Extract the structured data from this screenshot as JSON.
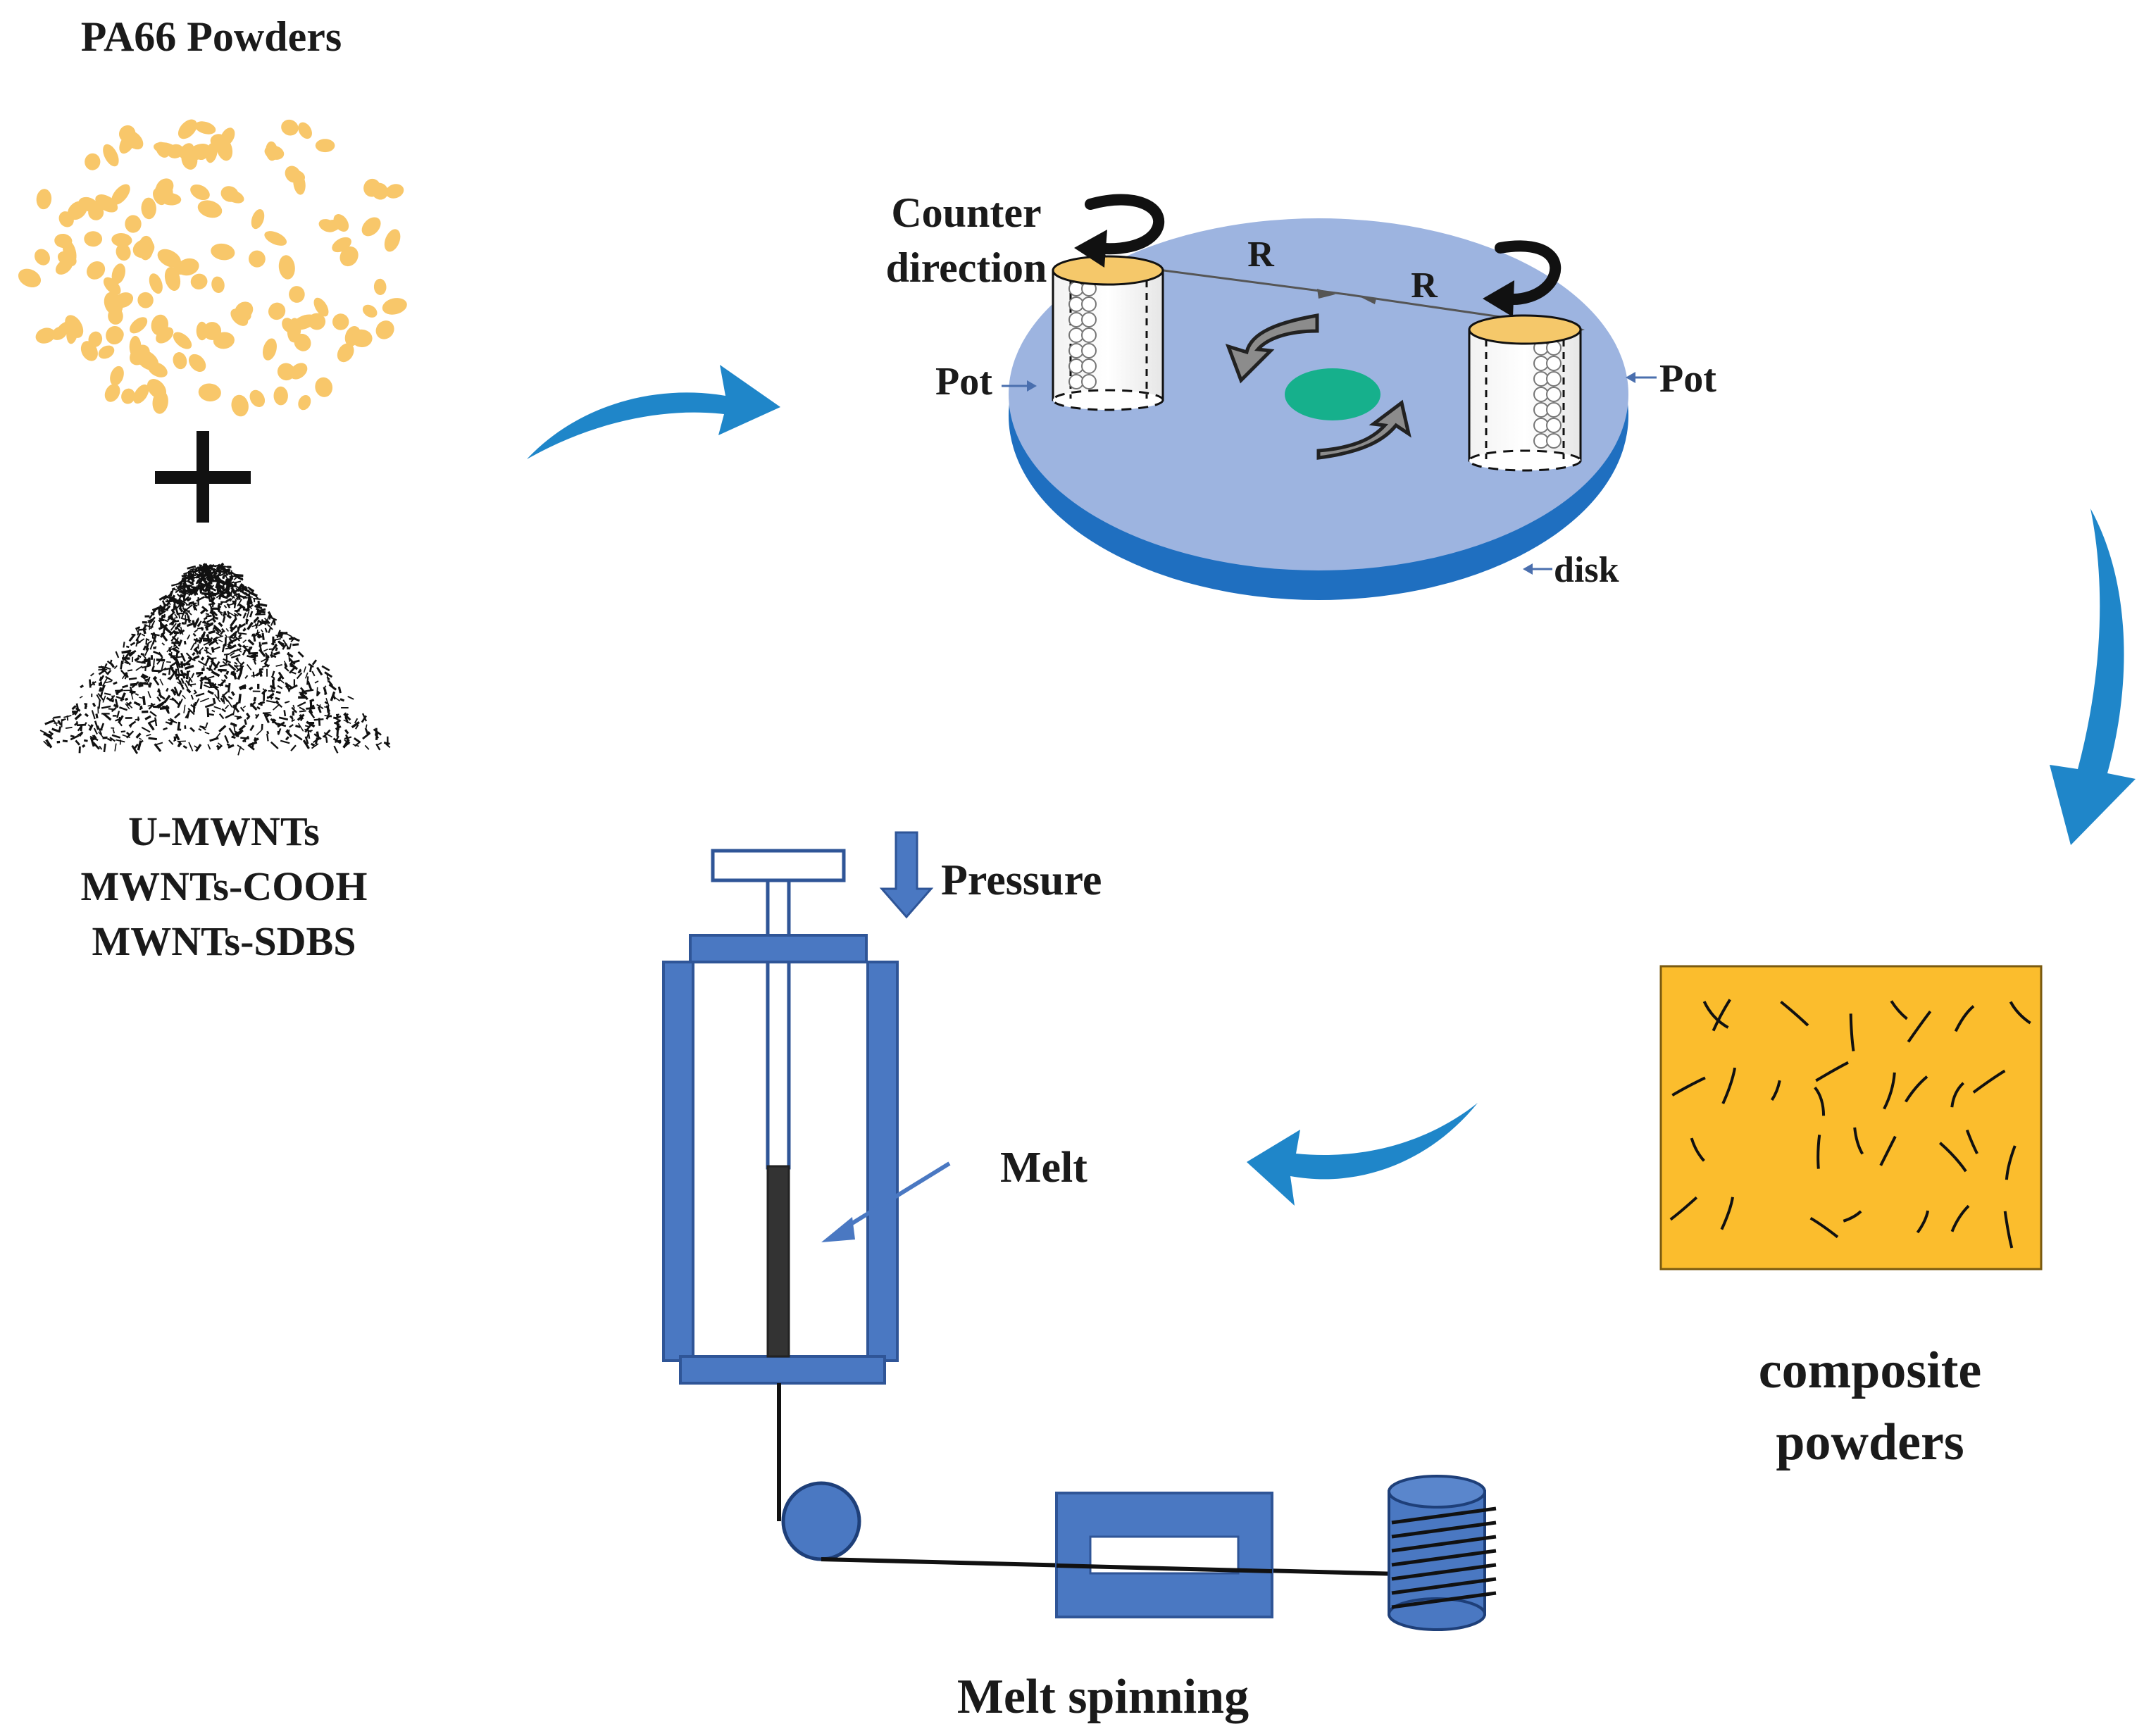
{
  "labels": {
    "pa66_powders": "PA66 Powders",
    "plus": "+",
    "cnt_types": [
      "U-MWNTs",
      "MWNTs-COOH",
      "MWNTs-SDBS"
    ],
    "counter_direction_line1": "Counter",
    "counter_direction_line2": "direction",
    "radius_left": "R",
    "radius_right": "R",
    "pot_left": "Pot",
    "pot_right": "Pot",
    "disk": "disk",
    "pressure": "Pressure",
    "melt": "Melt",
    "composite_line1": "composite",
    "composite_line2": "powders",
    "melt_spinning": "Melt spinning"
  },
  "colors": {
    "powder": "#f8c76a",
    "cnt": "#111111",
    "flow_arrow": "#1f86c9",
    "disk_top": "#9db4e0",
    "disk_side": "#1f6fc0",
    "disk_center": "#16b08c",
    "pot_lid": "#f5c86a",
    "equipment": "#4a78c2",
    "equipment_stroke": "#2f5597",
    "melt_column": "#333333",
    "composite_fill": "#fbbd2d"
  },
  "icons": [
    "flow-arrow-icon",
    "rotation-arrow-icon",
    "pressure-arrow-icon"
  ]
}
